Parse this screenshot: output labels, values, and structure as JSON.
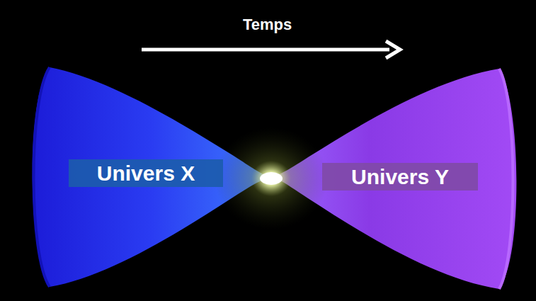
{
  "diagram": {
    "nodes": [
      {
        "text": [
          "Univers X"
        ]
      },
      {
        "text": [
          "Univers Y"
        ]
      }
    ],
    "labels": [
      "Temps"
    ]
  }
}
